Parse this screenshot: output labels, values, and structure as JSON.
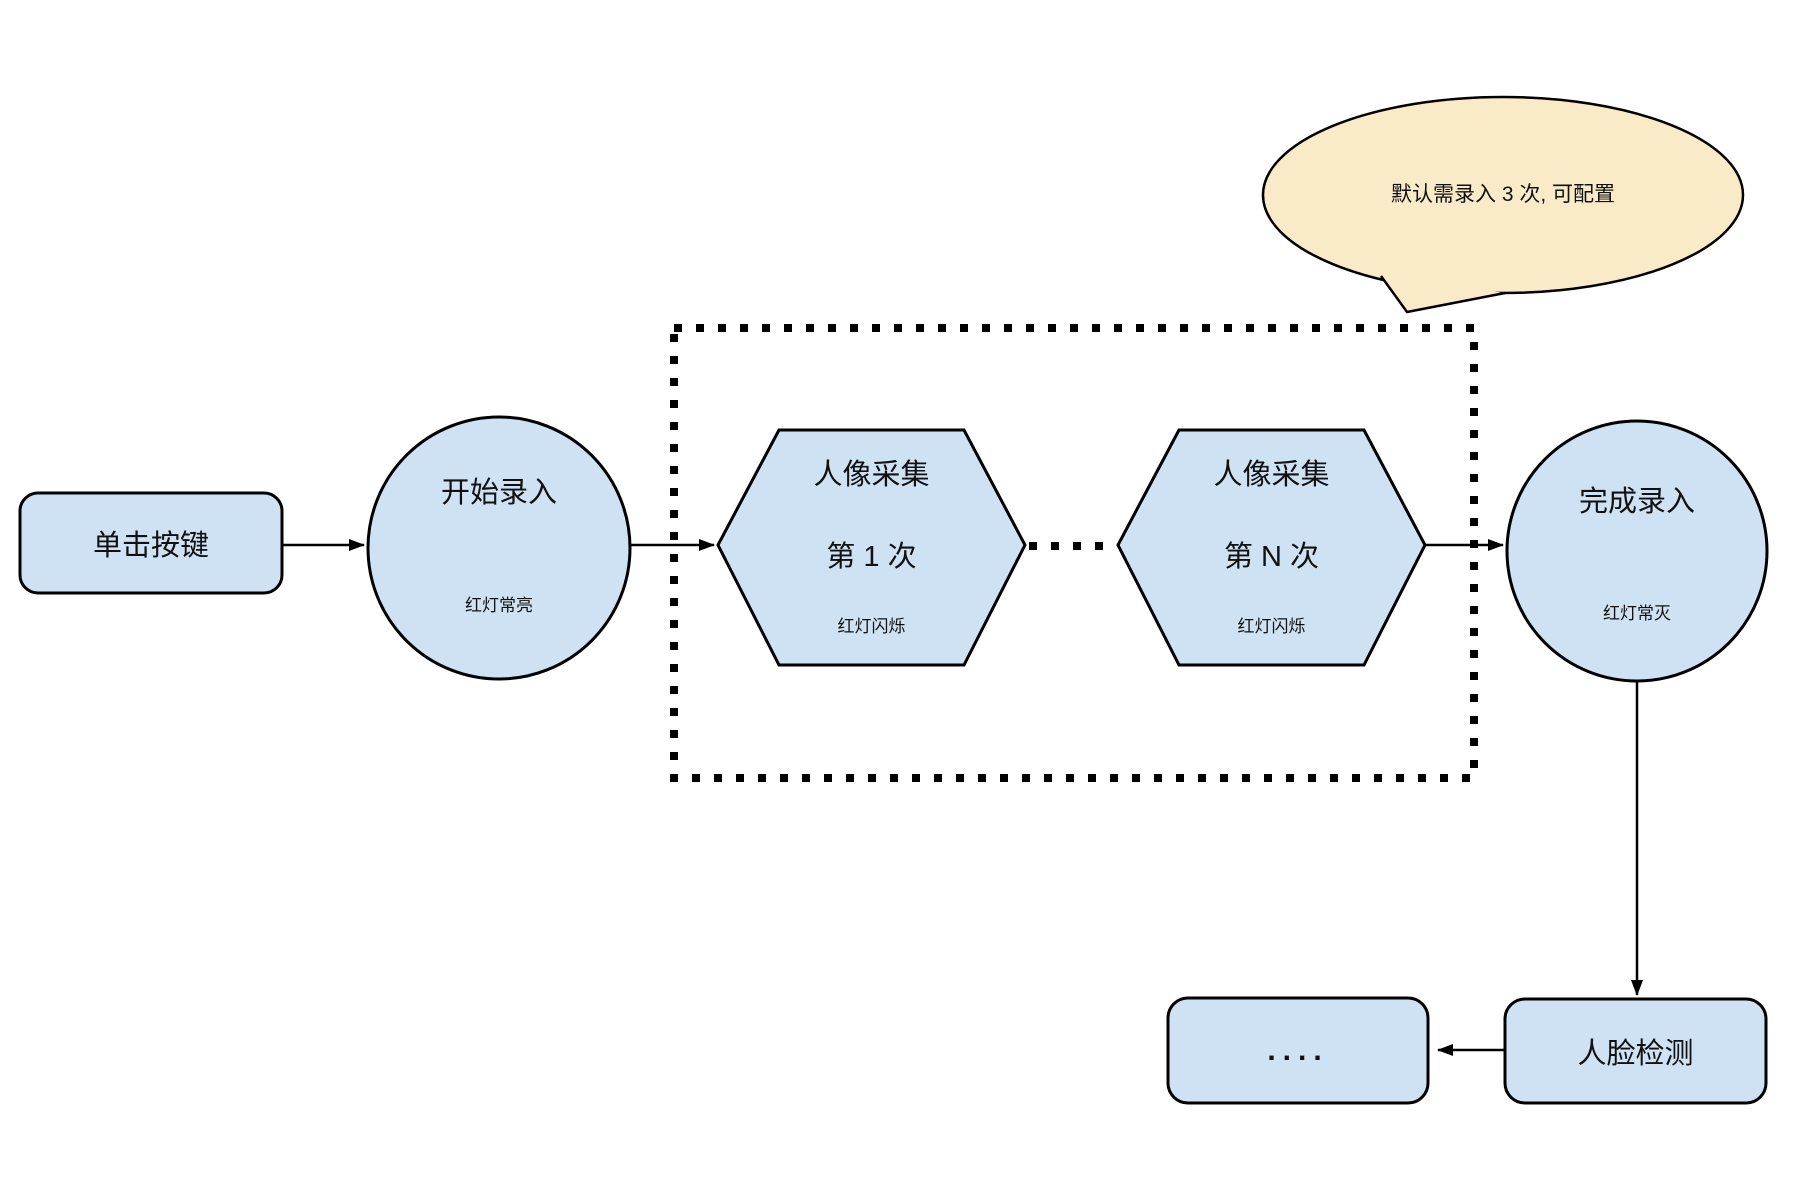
{
  "diagram": {
    "title": "face-enrollment-flowchart",
    "colors": {
      "node_fill": "#cfe2f3",
      "node_stroke": "#000000",
      "callout_fill": "#faebc8",
      "background": "#ffffff"
    },
    "nodes": {
      "click_button": {
        "label": "单击按键"
      },
      "start_capture": {
        "label": "开始录入",
        "status": "红灯常亮"
      },
      "capture_first": {
        "title": "人像采集",
        "subtitle": "第 1 次",
        "status": "红灯闪烁"
      },
      "capture_nth": {
        "title": "人像采集",
        "subtitle": "第 N 次",
        "status": "红灯闪烁"
      },
      "finish_capture": {
        "label": "完成录入",
        "status": "红灯常灭"
      },
      "face_detection": {
        "label": "人脸检测"
      },
      "continuation": {
        "label": "...."
      },
      "callout": {
        "label": "默认需录入 3 次, 可配置"
      }
    }
  }
}
